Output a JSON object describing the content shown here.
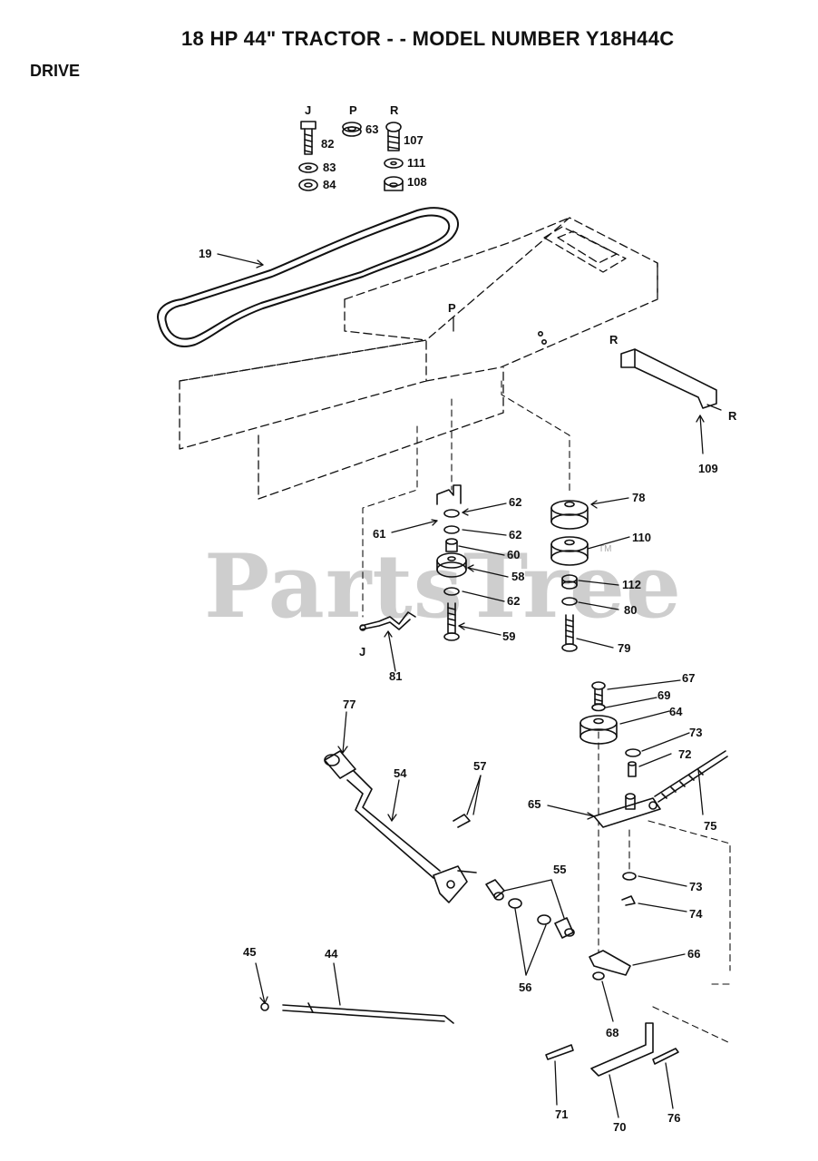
{
  "header": {
    "title": "18 HP 44\" TRACTOR - - MODEL NUMBER Y18H44C",
    "section": "DRIVE"
  },
  "watermark": {
    "text": "PartsTree",
    "tm": "TM"
  },
  "callouts": [
    {
      "id": "J-top",
      "text": "J"
    },
    {
      "id": "P-top",
      "text": "P"
    },
    {
      "id": "R-top",
      "text": "R"
    },
    {
      "id": "82",
      "text": "82"
    },
    {
      "id": "63",
      "text": "63"
    },
    {
      "id": "107",
      "text": "107"
    },
    {
      "id": "83",
      "text": "83"
    },
    {
      "id": "111",
      "text": "111"
    },
    {
      "id": "84",
      "text": "84"
    },
    {
      "id": "108",
      "text": "108"
    },
    {
      "id": "19",
      "text": "19"
    },
    {
      "id": "P-mid",
      "text": "P"
    },
    {
      "id": "R-left",
      "text": "R"
    },
    {
      "id": "R-right",
      "text": "R"
    },
    {
      "id": "109",
      "text": "109"
    },
    {
      "id": "78",
      "text": "78"
    },
    {
      "id": "62a",
      "text": "62"
    },
    {
      "id": "62b",
      "text": "62"
    },
    {
      "id": "61",
      "text": "61"
    },
    {
      "id": "60",
      "text": "60"
    },
    {
      "id": "110",
      "text": "110"
    },
    {
      "id": "58",
      "text": "58"
    },
    {
      "id": "112",
      "text": "112"
    },
    {
      "id": "62c",
      "text": "62"
    },
    {
      "id": "80",
      "text": "80"
    },
    {
      "id": "59",
      "text": "59"
    },
    {
      "id": "79",
      "text": "79"
    },
    {
      "id": "J-mid",
      "text": "J"
    },
    {
      "id": "81",
      "text": "81"
    },
    {
      "id": "67",
      "text": "67"
    },
    {
      "id": "69",
      "text": "69"
    },
    {
      "id": "77",
      "text": "77"
    },
    {
      "id": "64",
      "text": "64"
    },
    {
      "id": "73a",
      "text": "73"
    },
    {
      "id": "72",
      "text": "72"
    },
    {
      "id": "54",
      "text": "54"
    },
    {
      "id": "57",
      "text": "57"
    },
    {
      "id": "65",
      "text": "65"
    },
    {
      "id": "75",
      "text": "75"
    },
    {
      "id": "55",
      "text": "55"
    },
    {
      "id": "73b",
      "text": "73"
    },
    {
      "id": "74",
      "text": "74"
    },
    {
      "id": "66",
      "text": "66"
    },
    {
      "id": "45",
      "text": "45"
    },
    {
      "id": "44",
      "text": "44"
    },
    {
      "id": "56",
      "text": "56"
    },
    {
      "id": "68",
      "text": "68"
    },
    {
      "id": "71",
      "text": "71"
    },
    {
      "id": "70",
      "text": "70"
    },
    {
      "id": "76",
      "text": "76"
    }
  ]
}
